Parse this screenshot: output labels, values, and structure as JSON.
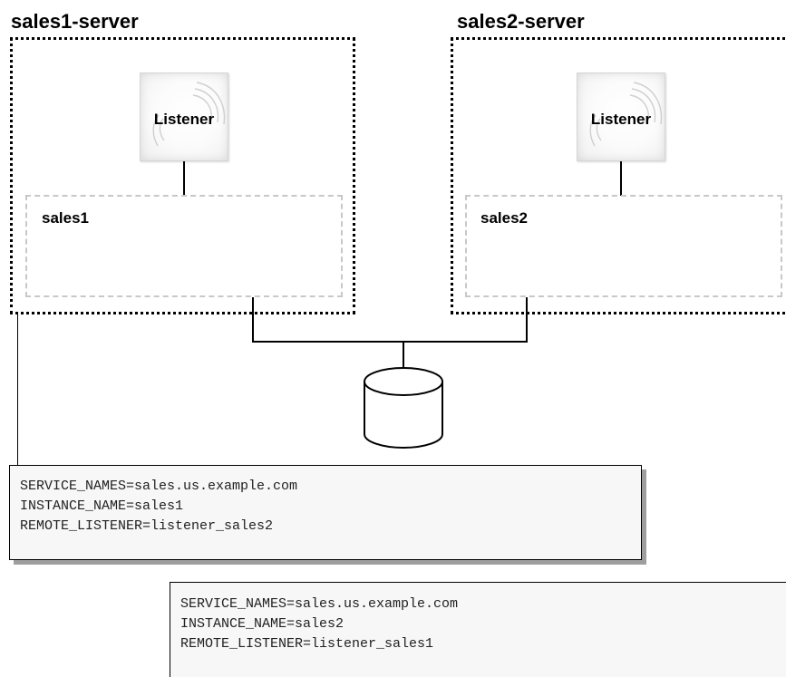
{
  "servers": [
    {
      "title": "sales1-server",
      "listener_label": "Listener",
      "instance_label": "sales1"
    },
    {
      "title": "sales2-server",
      "listener_label": "Listener",
      "instance_label": "sales2"
    }
  ],
  "database": {
    "icon": "database-cylinder-icon"
  },
  "configs": [
    {
      "lines": [
        "SERVICE_NAMES=sales.us.example.com",
        "INSTANCE_NAME=sales1",
        "REMOTE_LISTENER=listener_sales2"
      ]
    },
    {
      "lines": [
        "SERVICE_NAMES=sales.us.example.com",
        "INSTANCE_NAME=sales2",
        "REMOTE_LISTENER=listener_sales1"
      ]
    }
  ]
}
